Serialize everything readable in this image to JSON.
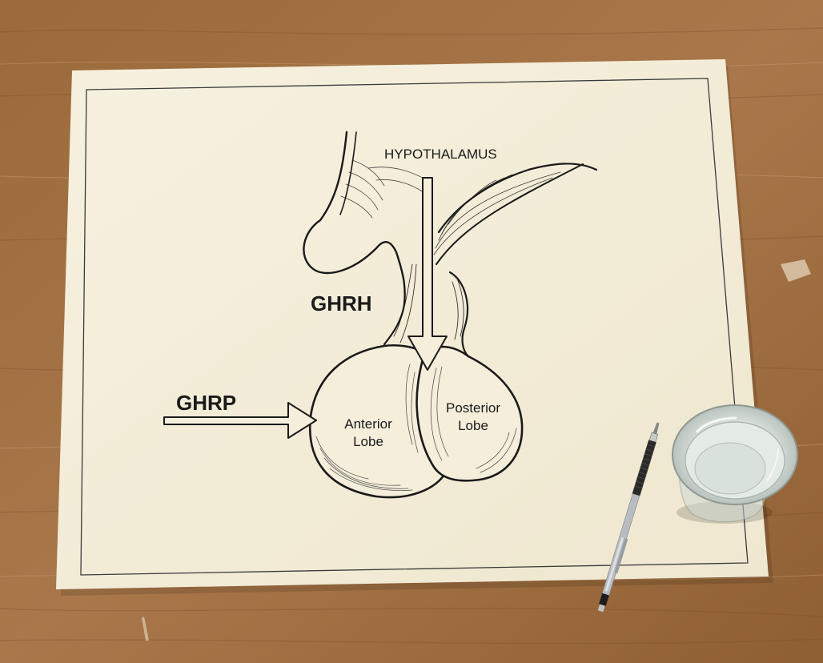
{
  "diagram": {
    "labels": {
      "hypothalamus": "HYPOTHALAMUS",
      "ghrh": "GHRH",
      "ghrp": "GHRP",
      "anterior_lobe": [
        "Anterior",
        "Lobe"
      ],
      "posterior_lobe": [
        "Posterior",
        "Lobe"
      ]
    }
  },
  "colors": {
    "table_wood": "#a0703e",
    "paper": "#f4eedb",
    "ink": "#1a1a1a"
  }
}
